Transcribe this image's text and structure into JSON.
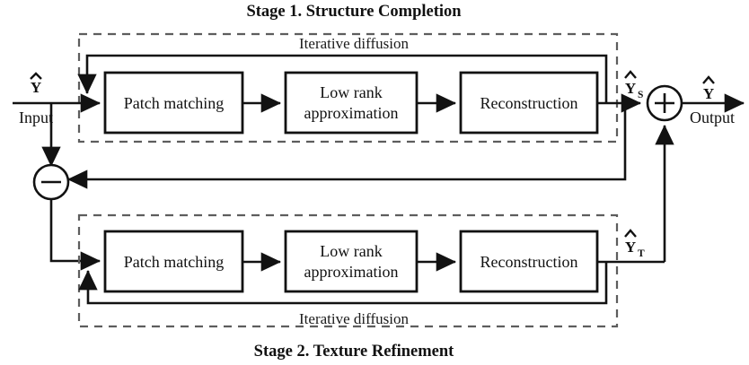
{
  "figure": {
    "title_top": "Stage 1. Structure Completion",
    "title_bottom": "Stage 2. Texture Refinement",
    "background_color": "#ffffff",
    "line_color": "#121212",
    "dashed_color": "#5d5d5d"
  },
  "stage_top": {
    "title": "Stage 1. Structure Completion",
    "loop_label": "Iterative diffusion",
    "blocks": [
      {
        "label": "Patch matching"
      },
      {
        "label_line1": "Low rank",
        "label_line2": "approximation"
      },
      {
        "label": "Reconstruction"
      }
    ],
    "output_signal": "Y",
    "output_signal_sub": "S"
  },
  "stage_bottom": {
    "title": "Stage 2. Texture Refinement",
    "loop_label": "Iterative diffusion",
    "blocks": [
      {
        "label": "Patch matching"
      },
      {
        "label_line1": "Low rank",
        "label_line2": "approximation"
      },
      {
        "label": "Reconstruction"
      }
    ],
    "output_signal": "Y",
    "output_signal_sub": "T"
  },
  "io": {
    "input_symbol": "Y",
    "input_label": "Input",
    "output_symbol": "Y",
    "output_label": "Output"
  },
  "operators": {
    "subtract": "−",
    "add": "+"
  }
}
